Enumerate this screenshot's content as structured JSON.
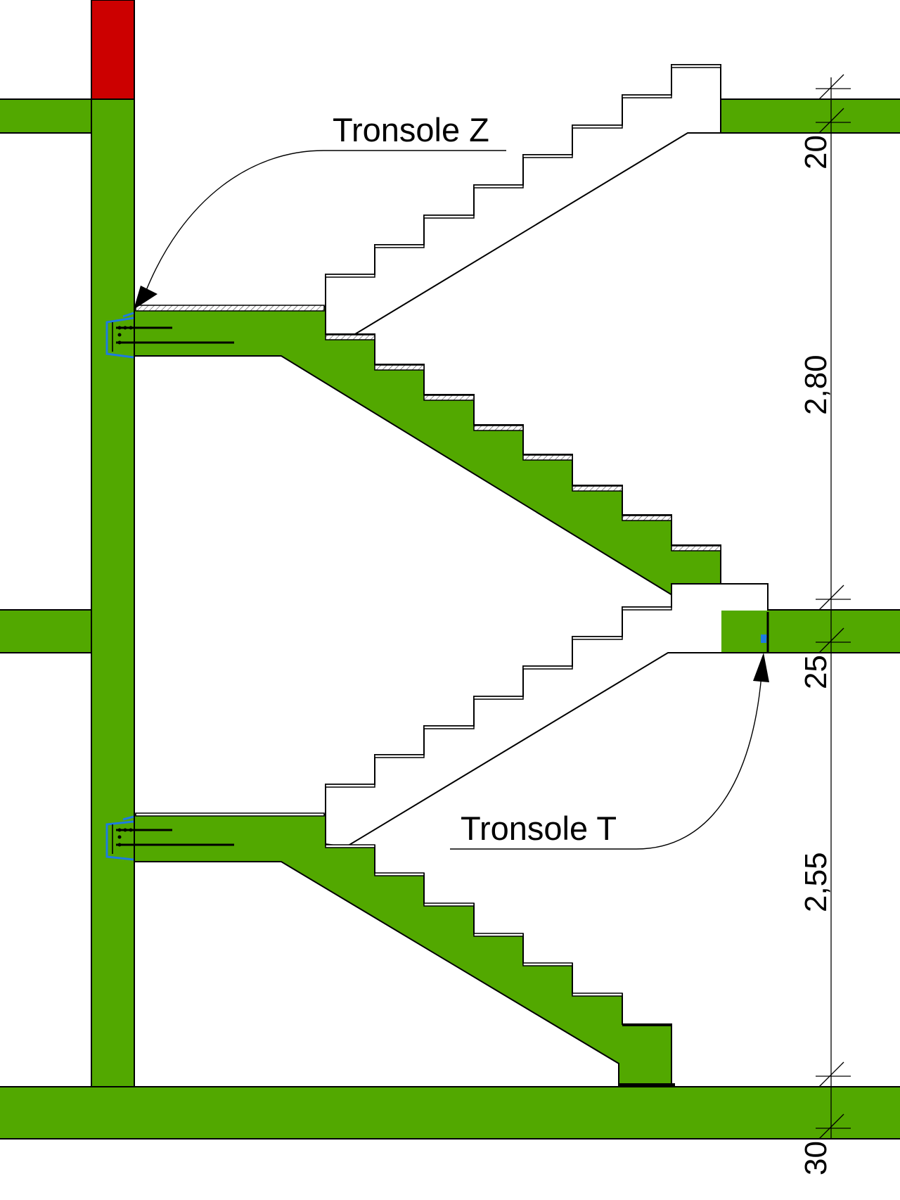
{
  "colors": {
    "concrete": "#52a800",
    "masonry": "#cc0000",
    "thermal_break": "#1e7be0"
  },
  "labels": {
    "tronsole_z": "Tronsole Z",
    "tronsole_t": "Tronsole T"
  },
  "dimensions": {
    "slab_top": "20",
    "storey_upper": "2,80",
    "slab_middle": "25",
    "storey_lower": "2,55",
    "slab_bottom": "30"
  }
}
